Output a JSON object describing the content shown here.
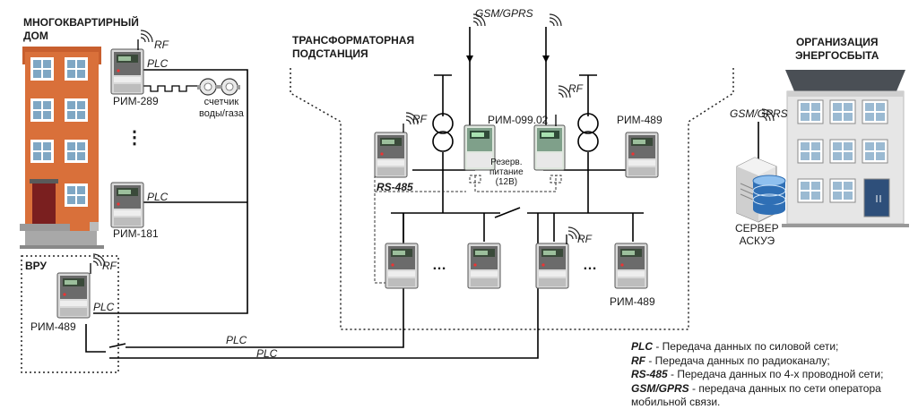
{
  "labels": {
    "building_title": "МНОГОКВАРТИРНЫЙ\nДОМ",
    "substation_title": "ТРАНСФОРМАТОРНАЯ\nПОДСТАНЦИЯ",
    "org_title": "ОРГАНИЗАЦИЯ\nЭНЕРГОСБЫТА",
    "vru": "ВРУ",
    "rf": "RF",
    "plc": "PLC",
    "rs485": "RS-485",
    "gsm_gprs": "GSM/GPRS",
    "meter_rim289": "РИМ-289",
    "meter_rim181": "РИМ-181",
    "meter_rim489": "РИМ-489",
    "meter_rim099": "РИМ-099.02",
    "water_gas_meter": "счетчик\nводы/газа",
    "backup_power": "Резерв.\nпитание\n(12В)",
    "server": "СЕРВЕР\nАСКУЭ",
    "vertical_dots": "⋮",
    "horizontal_dots": "…"
  },
  "legend": [
    {
      "key": "PLC",
      "text": " - Передача данных по силовой сети;"
    },
    {
      "key": "RF",
      "text": " - Передача данных по радиоканалу;"
    },
    {
      "key": "RS-485",
      "text": " - Передача данных по 4-х проводной сети;"
    },
    {
      "key": "GSM/GPRS",
      "text": " - передача данных по сети оператора"
    },
    {
      "key": "",
      "text": "мобильной связи."
    }
  ],
  "colors": {
    "brick": "#d9703a",
    "window_frame": "#ffffff",
    "window_glass": "#7fa7c4",
    "org_wall": "#e6e6e6",
    "org_roof": "#4a4f55",
    "door": "#7a1f1f",
    "line": "#000000",
    "dashed": "#222222"
  },
  "icons": [
    "meter-icon",
    "transformer-icon",
    "antenna-icon",
    "signal-icon",
    "server-icon",
    "database-icon",
    "water-meter-icon"
  ]
}
